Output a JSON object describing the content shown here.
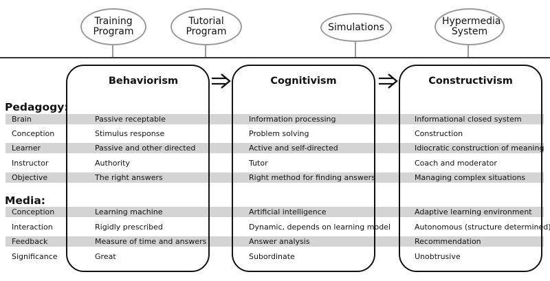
{
  "ovals": [
    {
      "text": "Training Program",
      "lines": [
        "Training",
        "Program"
      ]
    },
    {
      "text": "Tutorial Program",
      "lines": [
        "Tutorial",
        "Program"
      ]
    },
    {
      "text": "Simulations",
      "lines": [
        "Simulations"
      ]
    },
    {
      "text": "Hypermedia System",
      "lines": [
        "Hypermedia",
        "System"
      ]
    }
  ],
  "columns": [
    {
      "title": "Behaviorism"
    },
    {
      "title": "Cognitivism"
    },
    {
      "title": "Constructivism"
    }
  ],
  "sections": {
    "pedagogy": "Pedagogy:",
    "media": "Media:"
  },
  "pedagogy_rows": [
    {
      "label": "Brain",
      "values": [
        "Passive receptable",
        "Information processing",
        "Informational closed system"
      ]
    },
    {
      "label": "Conception",
      "values": [
        "Stimulus response",
        "Problem solving",
        "Construction"
      ]
    },
    {
      "label": "Learner",
      "values": [
        "Passive and other directed",
        "Active and self-directed",
        "Idiocratic construction of meaning"
      ]
    },
    {
      "label": "Instructor",
      "values": [
        "Authority",
        "Tutor",
        "Coach and moderator"
      ]
    },
    {
      "label": "Objective",
      "values": [
        "The right answers",
        "Right method for finding answers",
        "Managing complex situations"
      ]
    }
  ],
  "media_rows": [
    {
      "label": "Conception",
      "values": [
        "Learning machine",
        "Artificial intelligence",
        "Adaptive learning environment"
      ]
    },
    {
      "label": "Interaction",
      "values": [
        "Rigidly prescribed",
        "Dynamic, depends on learning model",
        "Autonomous (structure determined)"
      ]
    },
    {
      "label": "Feedback",
      "values": [
        "Measure of time and answers",
        "Answer analysis",
        "Recommendation"
      ]
    },
    {
      "label": "Significance",
      "values": [
        "Great",
        "Subordinate",
        "Unobtrusive"
      ]
    }
  ]
}
